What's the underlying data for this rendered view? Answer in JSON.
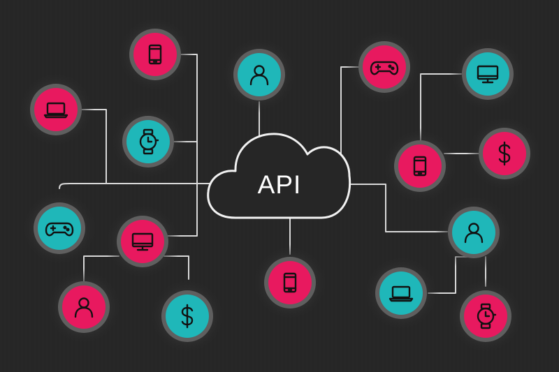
{
  "cloud": {
    "label": "API"
  },
  "colors": {
    "background": "#262626",
    "pink": "#e8195f",
    "teal": "#1fb7b9",
    "ring": "#5f5f5f",
    "line": "#d9d9d9",
    "icon": "#111111"
  },
  "nodes": [
    {
      "name": "node-phone-top-left",
      "icon": "phone-icon",
      "color": "pink"
    },
    {
      "name": "node-laptop-left",
      "icon": "laptop-icon",
      "color": "pink"
    },
    {
      "name": "node-watch-left",
      "icon": "watch-icon",
      "color": "teal"
    },
    {
      "name": "node-user-top",
      "icon": "user-icon",
      "color": "teal"
    },
    {
      "name": "node-gamepad-top-right",
      "icon": "gamepad-icon",
      "color": "pink"
    },
    {
      "name": "node-monitor-top-right",
      "icon": "monitor-icon",
      "color": "teal"
    },
    {
      "name": "node-phone-right",
      "icon": "phone-icon",
      "color": "pink"
    },
    {
      "name": "node-dollar-right",
      "icon": "dollar-icon",
      "color": "pink"
    },
    {
      "name": "node-gamepad-left",
      "icon": "gamepad-icon",
      "color": "teal"
    },
    {
      "name": "node-monitor-left",
      "icon": "monitor-icon",
      "color": "pink"
    },
    {
      "name": "node-user-bottom-left",
      "icon": "user-icon",
      "color": "pink"
    },
    {
      "name": "node-dollar-bottom",
      "icon": "dollar-icon",
      "color": "teal"
    },
    {
      "name": "node-phone-bottom",
      "icon": "phone-icon",
      "color": "pink"
    },
    {
      "name": "node-user-right",
      "icon": "user-icon",
      "color": "teal"
    },
    {
      "name": "node-laptop-bottom-right",
      "icon": "laptop-icon",
      "color": "teal"
    },
    {
      "name": "node-watch-bottom-right",
      "icon": "watch-icon",
      "color": "pink"
    }
  ]
}
